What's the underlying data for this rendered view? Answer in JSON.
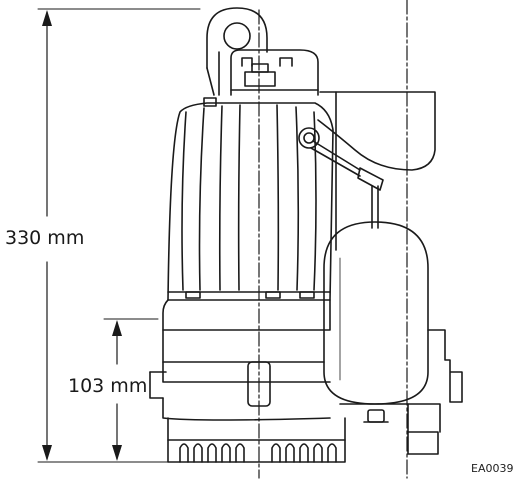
{
  "dimensions": {
    "overall_height": "330 mm",
    "base_height": "103 mm"
  },
  "figure_code": "EA0039",
  "colors": {
    "line": "#1a1a1a",
    "centerline": "#1a1a1a",
    "background": "#ffffff"
  }
}
